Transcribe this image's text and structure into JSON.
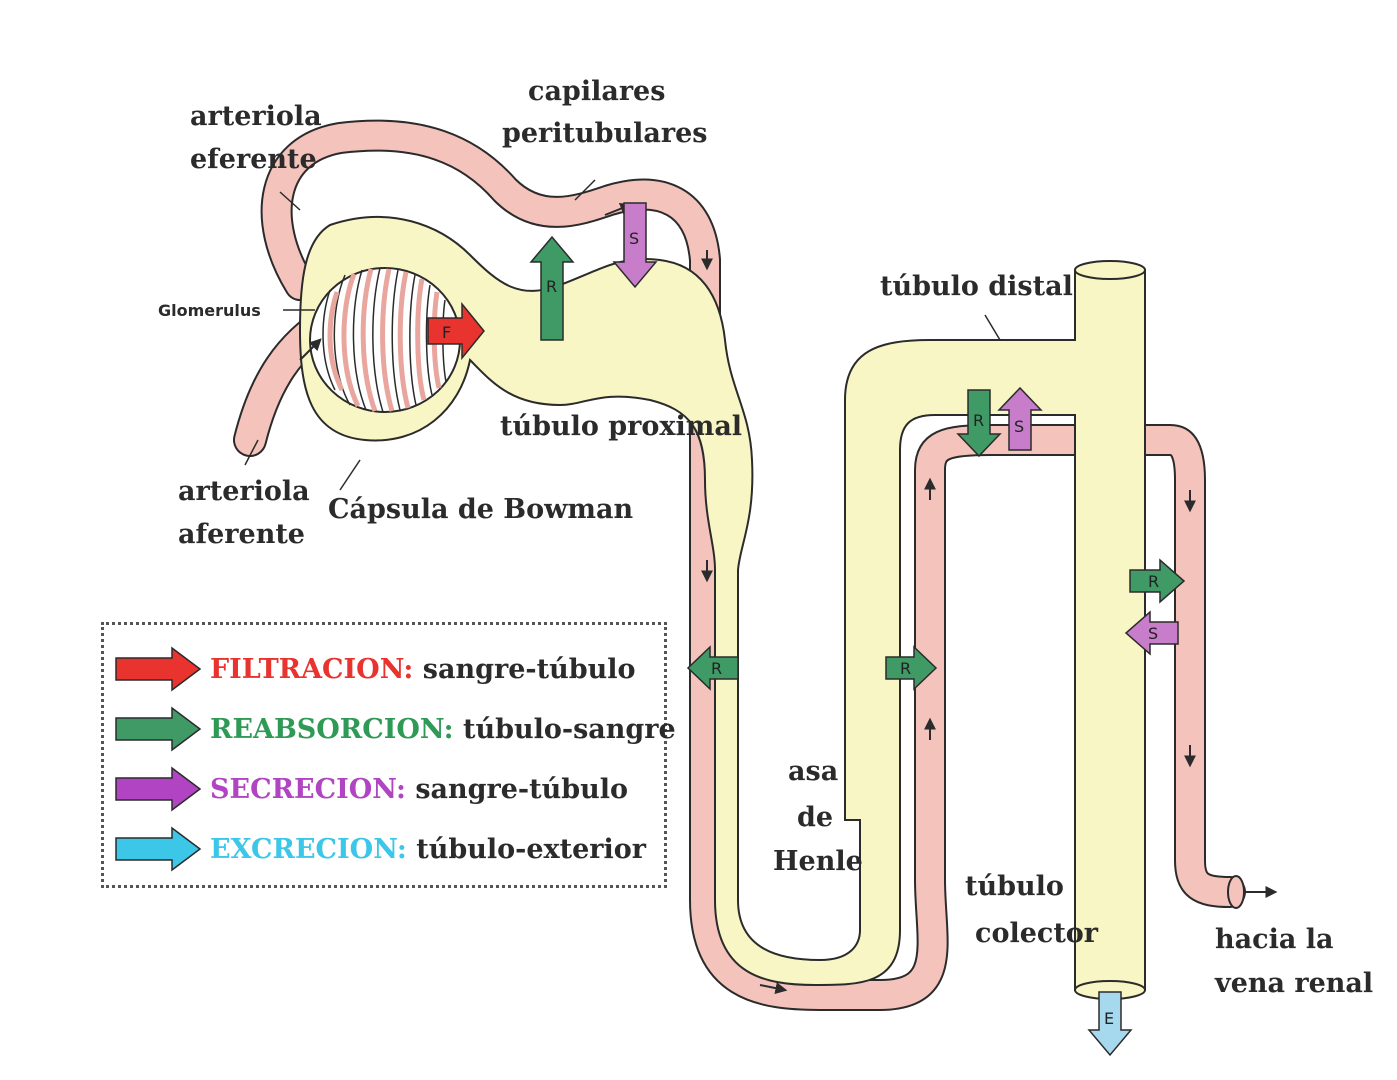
{
  "labels": {
    "arteriola_eferente_1": "arteriola",
    "arteriola_eferente_2": "eferente",
    "capilares_1": "capilares",
    "capilares_2": "peritubulares",
    "glomerulus": "Glomerulus",
    "tubulo_distal": "túbulo distal",
    "tubulo_proximal": "túbulo proximal",
    "arteriola_aferente_1": "arteriola",
    "arteriola_aferente_2": "aferente",
    "capsula": "Cápsula de Bowman",
    "asa_1": "asa",
    "asa_2": "de",
    "asa_3": "Henle",
    "colector_1": "túbulo",
    "colector_2": "colector",
    "vena_1": "hacia la",
    "vena_2": "vena renal"
  },
  "arrow_letters": {
    "filtration": "F",
    "reabsorption": "R",
    "secretion": "S",
    "excretion": "E"
  },
  "legend": [
    {
      "term": "FILTRACION:",
      "desc": "sangre-túbulo",
      "color": "#e8332f"
    },
    {
      "term": "REABSORCION:",
      "desc": "túbulo-sangre",
      "color": "#2f9a56"
    },
    {
      "term": "SECRECION:",
      "desc": "sangre-túbulo",
      "color": "#b044c2"
    },
    {
      "term": "EXCRECION:",
      "desc": "túbulo-exterior",
      "color": "#3cc6e8"
    }
  ],
  "colors": {
    "vessel": "#f3c3bc",
    "tubule": "#f8f6c4",
    "outline": "#2b2b2b",
    "filtration": "#e8332f",
    "reabsorption": "#3f9a66",
    "secretion": "#c77dc9",
    "excretion": "#a7d9ee"
  }
}
